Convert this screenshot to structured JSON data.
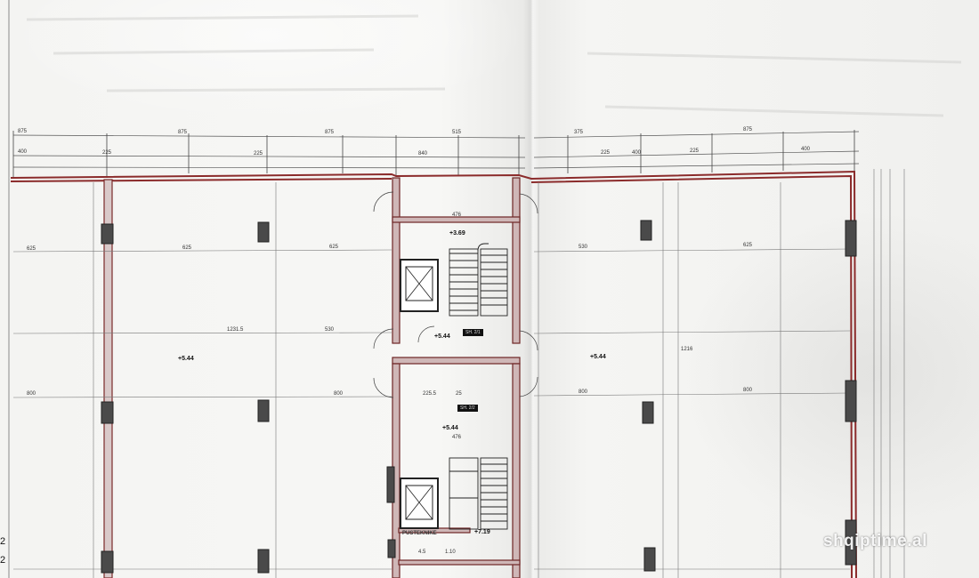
{
  "plan": {
    "levels": [
      "+5.44",
      "+3.69",
      "+5.44",
      "+5.44",
      "+5.44",
      "+7.19"
    ],
    "room_label": "PUSTEKNIKE",
    "dims": [
      "875",
      "875",
      "875",
      "515",
      "375",
      "875",
      "400",
      "225",
      "225",
      "840",
      "225",
      "400",
      "225",
      "400",
      "625",
      "625",
      "625",
      "530",
      "625",
      "530",
      "1231.5",
      "1216",
      "800",
      "800",
      "800",
      "800",
      "225.5",
      "25",
      "476",
      "476",
      "4.5",
      "1.10"
    ],
    "tags": [
      "SH. 2/1",
      "SH. 2/2"
    ],
    "page_numbers": [
      "2",
      "2"
    ]
  },
  "watermark": {
    "text": "shqiptime.al"
  }
}
